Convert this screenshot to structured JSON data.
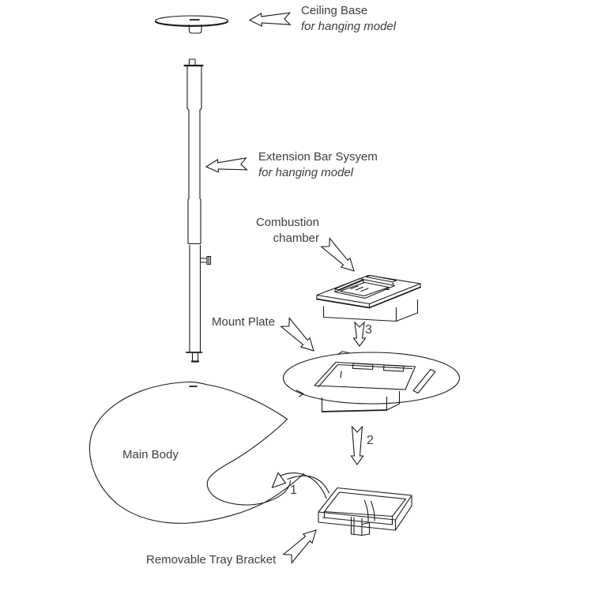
{
  "diagram": {
    "background": "#ffffff",
    "line_color": "#1b1b1b",
    "text_color": "#3d3d3d",
    "parts": {
      "ceiling_base": {
        "label": "Ceiling Base",
        "sublabel": "for hanging model"
      },
      "extension_bar": {
        "label": "Extension Bar Sysyem",
        "sublabel": "for hanging model"
      },
      "combustion_chamber": {
        "label_line1": "Combustion",
        "label_line2": "chamber"
      },
      "mount_plate": {
        "label": "Mount Plate"
      },
      "main_body": {
        "label": "Main Body"
      },
      "removable_tray_bracket": {
        "label": "Removable Tray Bracket"
      }
    },
    "steps": [
      {
        "number": "1"
      },
      {
        "number": "2"
      },
      {
        "number": "3"
      }
    ]
  }
}
